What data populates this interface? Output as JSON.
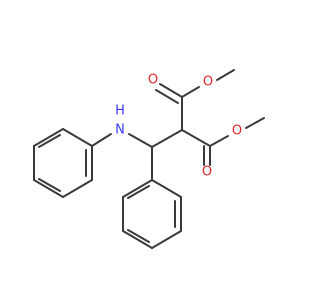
{
  "molecule": {
    "atoms": [
      {
        "id": "o1",
        "symbol": "O",
        "color": "#e0282a"
      },
      {
        "id": "o2",
        "symbol": "O",
        "color": "#e0282a"
      },
      {
        "id": "o3",
        "symbol": "O",
        "color": "#e0282a"
      },
      {
        "id": "o4",
        "symbol": "O",
        "color": "#e0282a"
      },
      {
        "id": "n1",
        "symbol": "N",
        "color": "#3a3aff"
      },
      {
        "id": "h1",
        "symbol": "H",
        "color": "#3a3aff"
      }
    ],
    "bond_color": "#3a3a3a"
  }
}
